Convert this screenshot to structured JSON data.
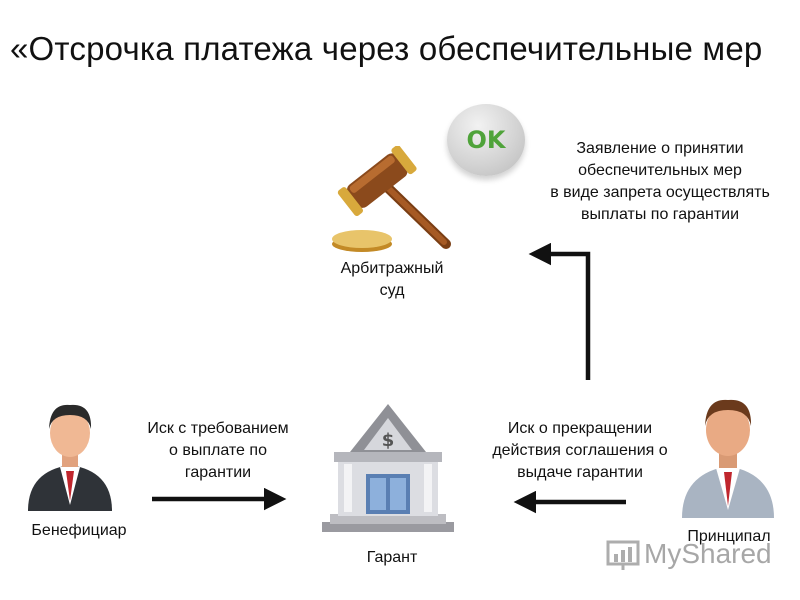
{
  "title": "«Отсрочка платежа через обеспечительные мер",
  "nodes": {
    "court": {
      "label": [
        "Арбитражный",
        "суд"
      ],
      "icon": "gavel-icon"
    },
    "ok_button": {
      "label": "OK"
    },
    "beneficiary": {
      "label": "Бенефициар",
      "icon": "businessman-icon"
    },
    "guarantor": {
      "label": "Гарант",
      "icon": "bank-building-icon"
    },
    "principal": {
      "label": "Принципал",
      "icon": "businessman-icon"
    }
  },
  "edges": {
    "application": {
      "label": [
        "Заявление о принятии",
        "обеспечительных мер",
        "в виде запрета осуществлять",
        "выплаты по гарантии"
      ]
    },
    "claim_payment": {
      "label": [
        "Иск с требованием",
        "о выплате по",
        "гарантии"
      ]
    },
    "claim_termination": {
      "label": [
        "Иск о прекращении",
        "действия соглашения о",
        "выдаче гарантии"
      ]
    }
  },
  "watermark": "MyShared",
  "colors": {
    "arrow": "#111111",
    "ok_text": "#4fa33a",
    "suit": "#2f3338",
    "gold": "#d8a93c",
    "wood": "#8b4a1c"
  }
}
